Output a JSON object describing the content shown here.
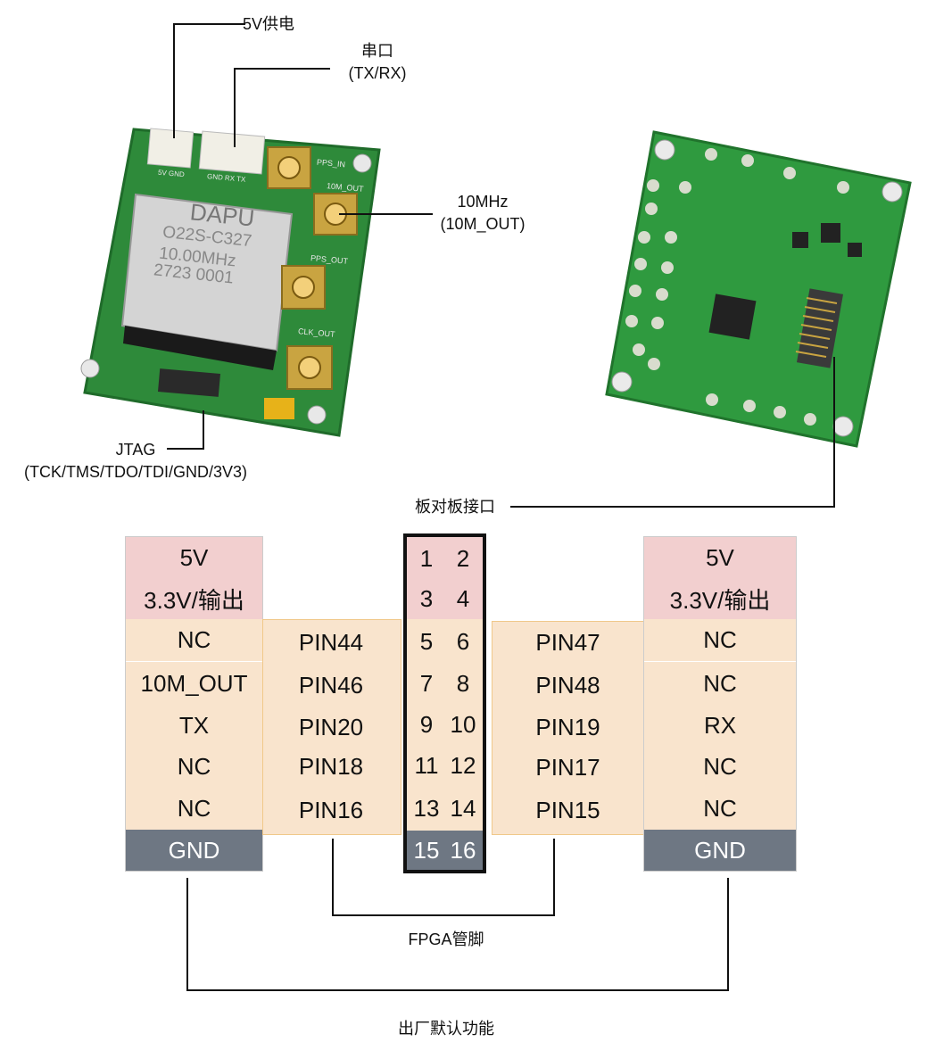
{
  "callouts": {
    "power_label": "5V供电",
    "serial_label_1": "串口",
    "serial_label_2": "(TX/RX)",
    "clock_label_1": "10MHz",
    "clock_label_2": "(10M_OUT)",
    "jtag_label_1": "JTAG",
    "jtag_label_2": "(TCK/TMS/TDO/TDI/GND/3V3)",
    "b2b_label": "板对板接口",
    "fpga_label": "FPGA管脚",
    "default_label": "出厂默认功能"
  },
  "board_front": {
    "oscillator_brand": "DAPU",
    "oscillator_model": "O22S-C327",
    "oscillator_freq": "10.00MHz",
    "oscillator_code": "2723 0001",
    "connector_labels": [
      "5V GND",
      "GND RX TX"
    ],
    "rf_labels": [
      "PPS_IN",
      "10M_OUT",
      "PPS_OUT",
      "CLK_OUT"
    ]
  },
  "left_function": [
    "5V",
    "3.3V/输出",
    "NC",
    "10M_OUT",
    "TX",
    "NC",
    "NC",
    "GND"
  ],
  "left_fpga": [
    "PIN44",
    "PIN46",
    "PIN20",
    "PIN18",
    "PIN16"
  ],
  "pin_pairs": [
    [
      "1",
      "2"
    ],
    [
      "3",
      "4"
    ],
    [
      "5",
      "6"
    ],
    [
      "7",
      "8"
    ],
    [
      "9",
      "10"
    ],
    [
      "11",
      "12"
    ],
    [
      "13",
      "14"
    ],
    [
      "15",
      "16"
    ]
  ],
  "right_fpga": [
    "PIN47",
    "PIN48",
    "PIN19",
    "PIN17",
    "PIN15"
  ],
  "right_function": [
    "5V",
    "3.3V/输出",
    "NC",
    "NC",
    "RX",
    "NC",
    "NC",
    "GND"
  ],
  "colors": {
    "power": "#f2cfcf",
    "signal": "#f9e4cd",
    "ground": "#6e7783",
    "pcb_green": "#2e8a3a"
  }
}
